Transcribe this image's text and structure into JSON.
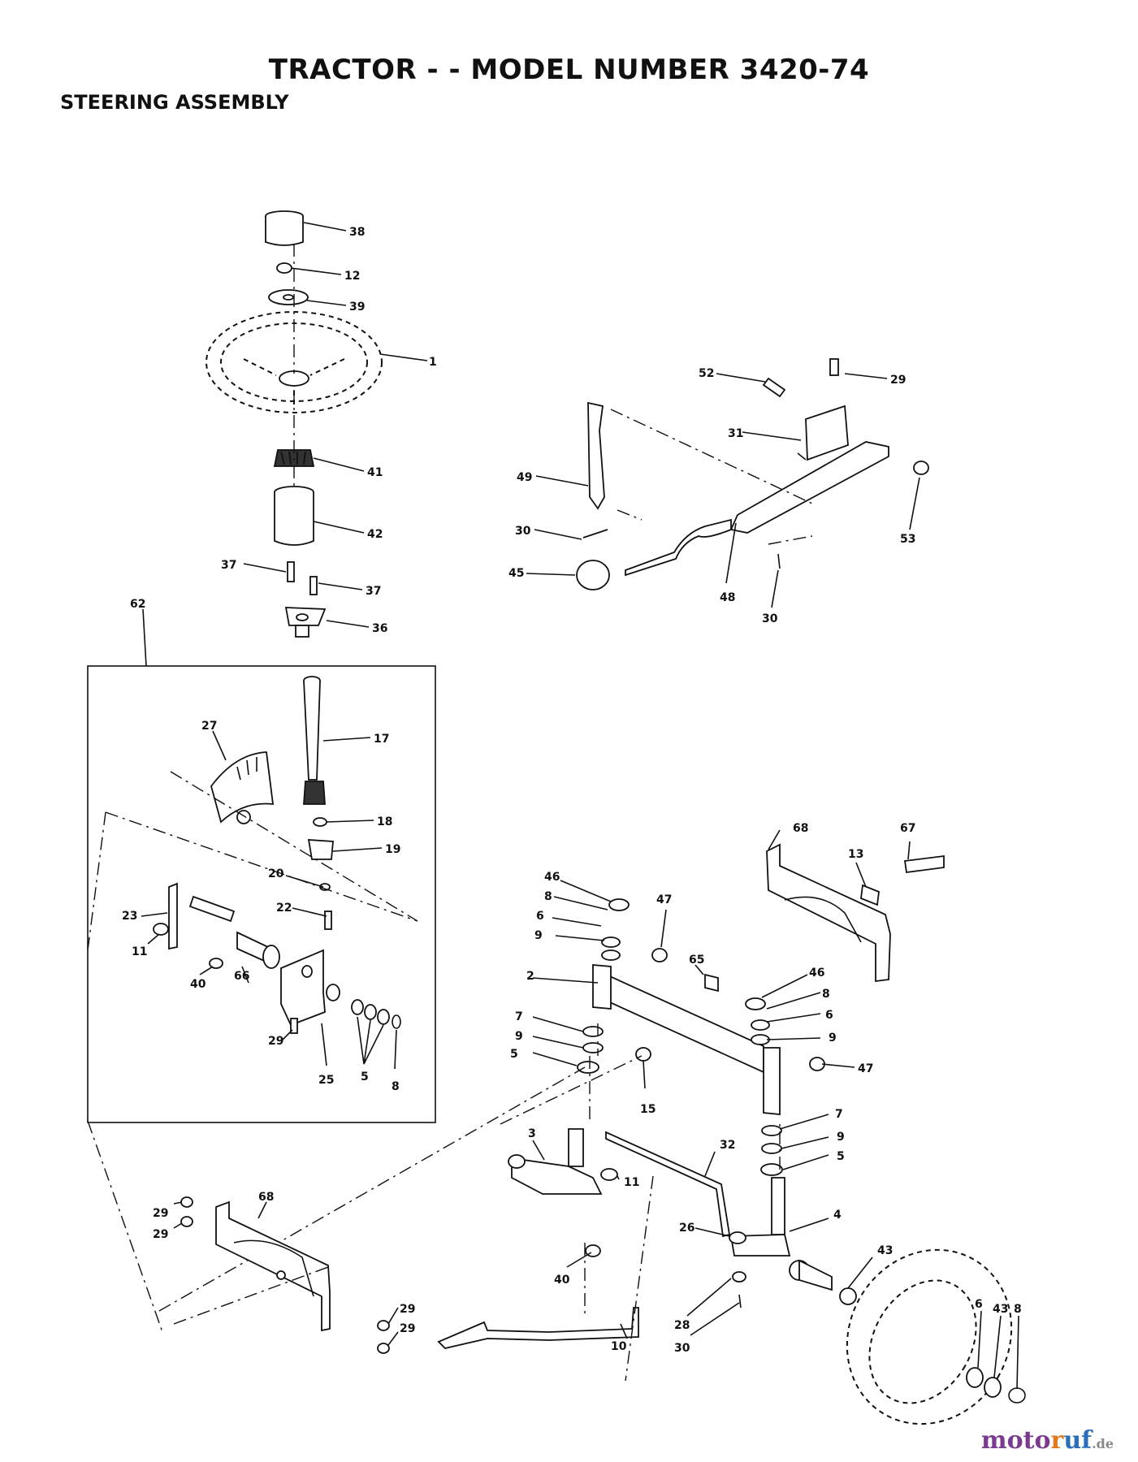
{
  "header": {
    "title": "TRACTOR - - MODEL NUMBER 3420-74",
    "subtitle": "STEERING ASSEMBLY"
  },
  "watermark": {
    "part_a": "moto",
    "part_b": "r",
    "part_c": "uf",
    "part_d": ".de"
  },
  "labels": [
    "38",
    "12",
    "39",
    "1",
    "41",
    "42",
    "37",
    "37",
    "36",
    "62",
    "17",
    "27",
    "18",
    "19",
    "20",
    "22",
    "23",
    "11",
    "40",
    "66",
    "29",
    "25",
    "5",
    "8",
    "52",
    "29",
    "31",
    "53",
    "49",
    "30",
    "45",
    "48",
    "30",
    "68",
    "67",
    "13",
    "46",
    "8",
    "6",
    "9",
    "47",
    "65",
    "2",
    "46",
    "8",
    "6",
    "9",
    "7",
    "9",
    "5",
    "15",
    "47",
    "7",
    "9",
    "5",
    "3",
    "32",
    "11",
    "26",
    "4",
    "43",
    "40",
    "28",
    "30",
    "10",
    "6",
    "43",
    "8",
    "29",
    "29",
    "68",
    "29",
    "29"
  ]
}
